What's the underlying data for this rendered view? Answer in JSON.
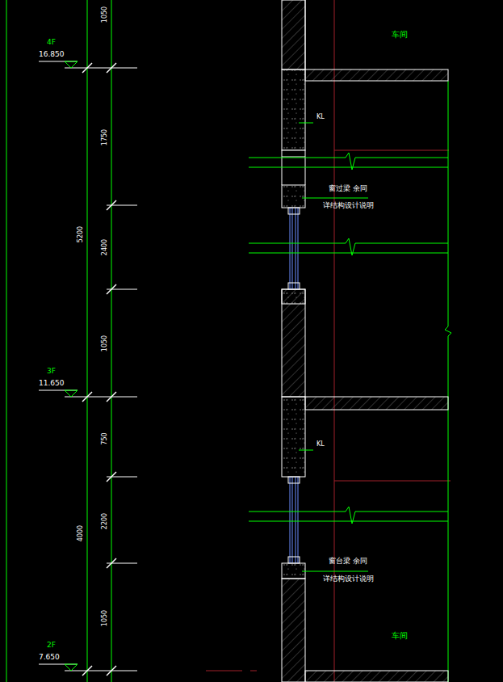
{
  "diagram": {
    "labels": [
      "1050",
      "4F",
      "16.850",
      "1750",
      "5200",
      "2400",
      "1050",
      "3F",
      "11.650",
      "750",
      "4000",
      "2200",
      "1050",
      "2F",
      "7.650",
      "车间",
      "KL",
      "窗过梁 余同",
      "详结构设计说明",
      "KL",
      "窗台梁 余同",
      "详结构设计说明",
      "车间"
    ]
  }
}
